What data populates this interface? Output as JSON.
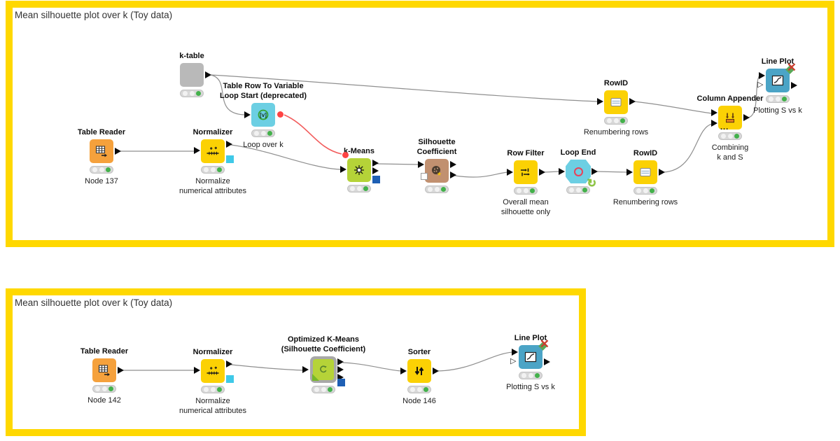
{
  "panels": [
    {
      "title": "Mean silhouette plot over k (Toy data)",
      "nodes": [
        {
          "title": "k-table",
          "sub": ""
        },
        {
          "title": "Table Reader",
          "sub": "Node 137"
        },
        {
          "title": "Normalizer",
          "sub": "Normalize\nnumerical attributes"
        },
        {
          "title": "Table Row To Variable\nLoop Start (deprecated)",
          "sub": "Loop over k"
        },
        {
          "title": "k-Means",
          "sub": ""
        },
        {
          "title": "Silhouette\nCoefficient",
          "sub": ""
        },
        {
          "title": "Row Filter",
          "sub": "Overall mean\nsilhouette only"
        },
        {
          "title": "Loop End",
          "sub": ""
        },
        {
          "title": "RowID",
          "sub": "Renumbering rows"
        },
        {
          "title": "RowID",
          "sub": "Renumbering rows"
        },
        {
          "title": "Column Appender",
          "sub": "Combining\nk and S"
        },
        {
          "title": "Line Plot",
          "sub": "Plotting S vs k"
        }
      ]
    },
    {
      "title": "Mean silhouette plot over k (Toy data)",
      "nodes": [
        {
          "title": "Table Reader",
          "sub": "Node 142"
        },
        {
          "title": "Normalizer",
          "sub": "Normalize\nnumerical attributes"
        },
        {
          "title": "Optimized K-Means\n(Silhouette Coefficient)",
          "sub": ""
        },
        {
          "title": "Sorter",
          "sub": "Node 146"
        },
        {
          "title": "Line Plot",
          "sub": "Plotting S vs k"
        }
      ]
    }
  ],
  "icons": {
    "hollow_port": "▷",
    "loop_arrow": "↻",
    "error_x": "✕",
    "dots": "...",
    "sorter_arrows": "↓↑"
  },
  "colors": {
    "annotation_border": "#FFD800",
    "node_yellow": "#FBD104",
    "node_orange": "#F5A13C",
    "node_green": "#B5D338",
    "node_cyan": "#6CCFE3",
    "node_blue": "#4BA4C6",
    "node_brown": "#C19070",
    "node_gray": "#B9B9B9",
    "status_green": "#43B14B",
    "flow_variable_red": "#FF4343",
    "connection_gray": "#8F8F8F",
    "port_cyan": "#3FC9E8",
    "port_blue": "#1E5FB4"
  }
}
